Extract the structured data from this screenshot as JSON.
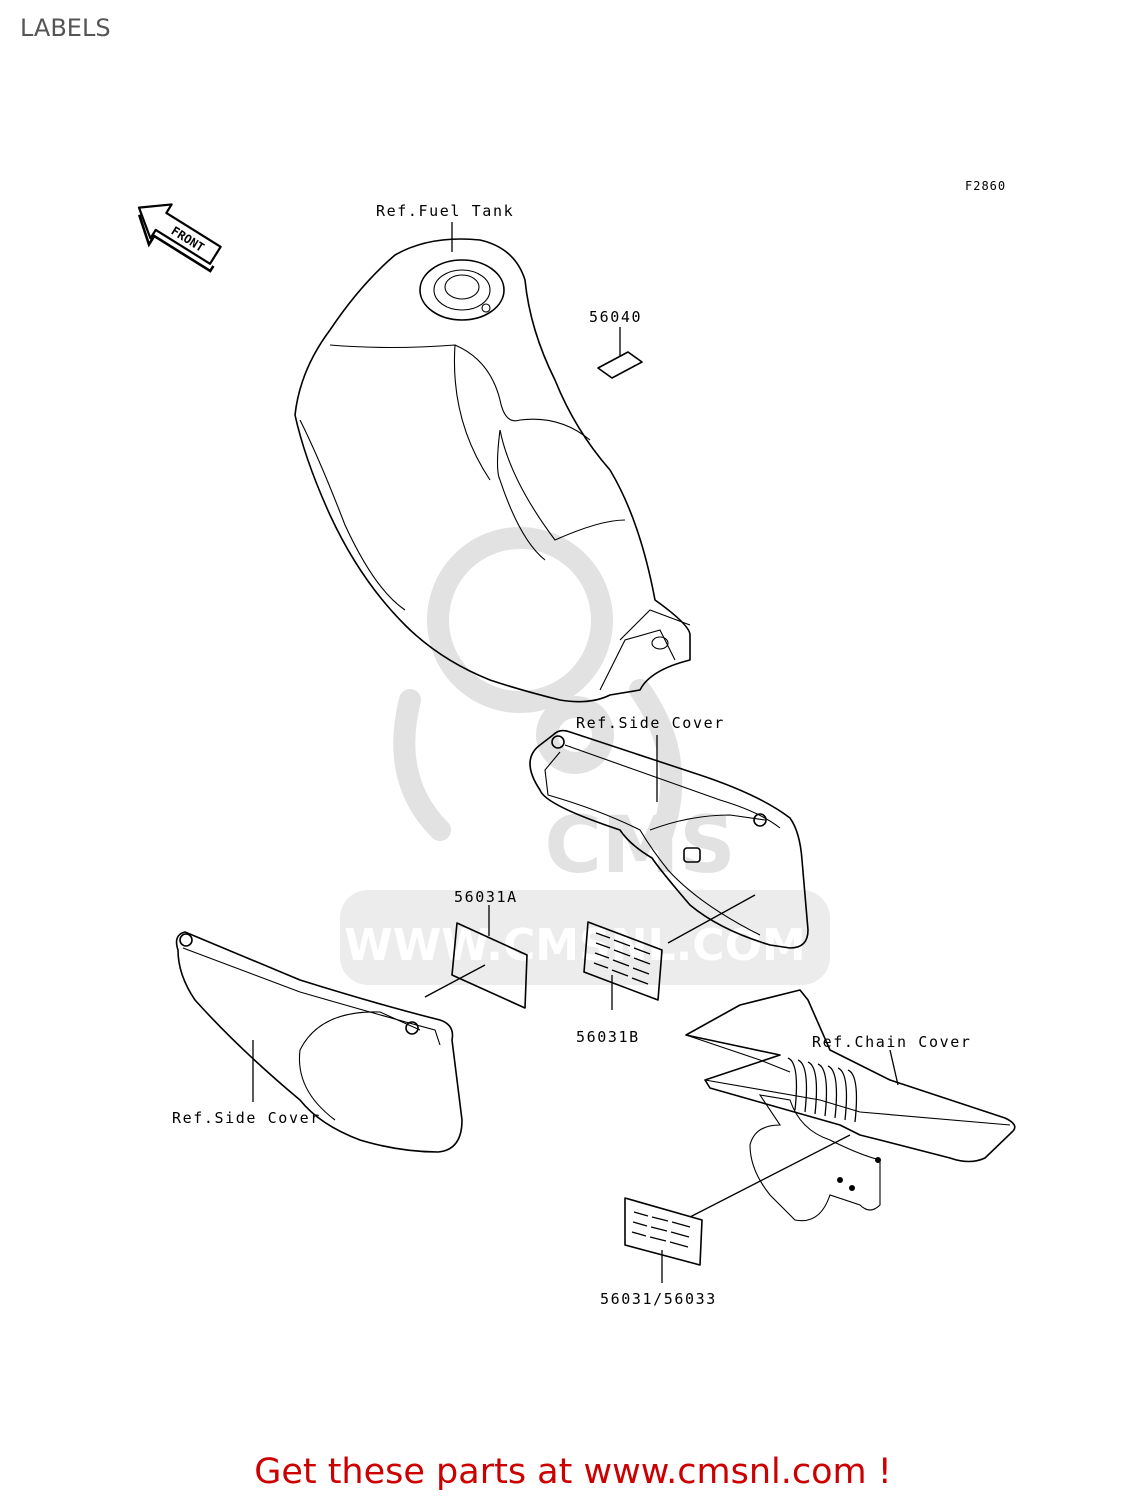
{
  "page": {
    "title": "LABELS",
    "figure_code": "F2860",
    "cta_text": "Get these parts at www.cmsnl.com !"
  },
  "watermark": {
    "logo_text": "CMS",
    "url_text": "WWW.CMSNL.COM"
  },
  "arrow": {
    "label": "FRONT"
  },
  "callouts": {
    "fuel_tank": "Ref.Fuel Tank",
    "part_56040": "56040",
    "side_cover_right": "Ref.Side Cover",
    "part_56031a": "56031A",
    "part_56031b": "56031B",
    "side_cover_left": "Ref.Side Cover",
    "chain_cover": "Ref.Chain Cover",
    "part_56031_56033": "56031/56033"
  },
  "colors": {
    "cta": "#cc0000",
    "title": "#555555",
    "watermark": "#e2e2e2",
    "line": "#000000"
  }
}
